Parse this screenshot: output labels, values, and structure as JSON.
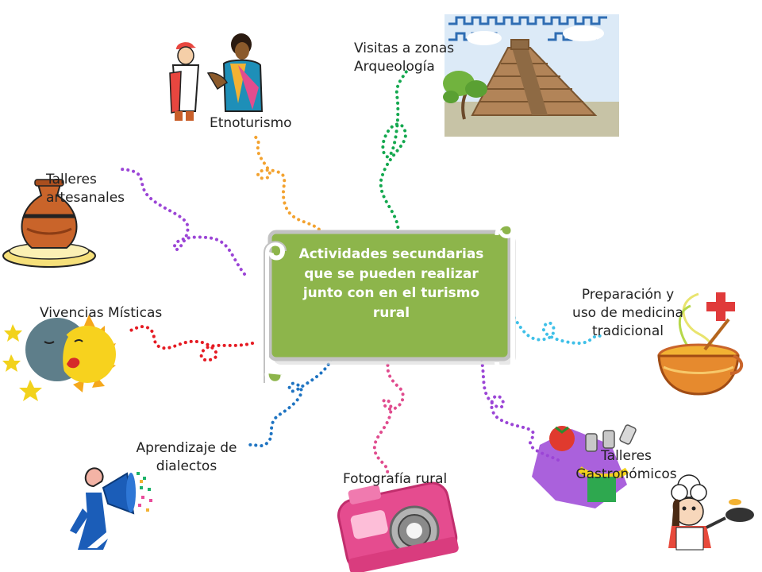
{
  "diagram": {
    "center": {
      "lines": [
        "Actividades secundarias",
        "que se pueden realizar",
        "junto con en el turismo",
        "rural"
      ],
      "fill": "#8DB54B",
      "border": "#C2C2C2"
    },
    "topics": [
      {
        "id": "visitas",
        "lines": [
          "Visitas a zonas",
          "Arqueología"
        ],
        "connector_color": "#14A84F",
        "icon": "pyramid-icon"
      },
      {
        "id": "etnoturismo",
        "lines": [
          "Etnoturismo"
        ],
        "connector_color": "#F3A22F",
        "icon": "people-greeting-icon"
      },
      {
        "id": "talleres-artesanales",
        "lines": [
          "Talleres",
          "artesanales"
        ],
        "connector_color": "#9B45D6",
        "icon": "clay-pot-icon"
      },
      {
        "id": "vivencias",
        "lines": [
          "Vivencias Místicas"
        ],
        "connector_color": "#E51B23",
        "icon": "sun-moon-icon"
      },
      {
        "id": "aprendizaje",
        "lines": [
          "Aprendizaje de",
          "dialectos"
        ],
        "connector_color": "#1F74C2",
        "icon": "megaphone-speaker-icon"
      },
      {
        "id": "fotografia",
        "lines": [
          "Fotografía rural"
        ],
        "connector_color": "#E04C8E",
        "icon": "camera-icon"
      },
      {
        "id": "gastronomicos",
        "lines": [
          "Talleres",
          "Gastronómicos"
        ],
        "connector_color": "#9B45D6",
        "icon": "chef-food-icon"
      },
      {
        "id": "medicina",
        "lines": [
          "Preparación y",
          "uso de medicina",
          "tradicional"
        ],
        "connector_color": "#3FC0E8",
        "icon": "herbal-bowl-icon"
      }
    ]
  }
}
